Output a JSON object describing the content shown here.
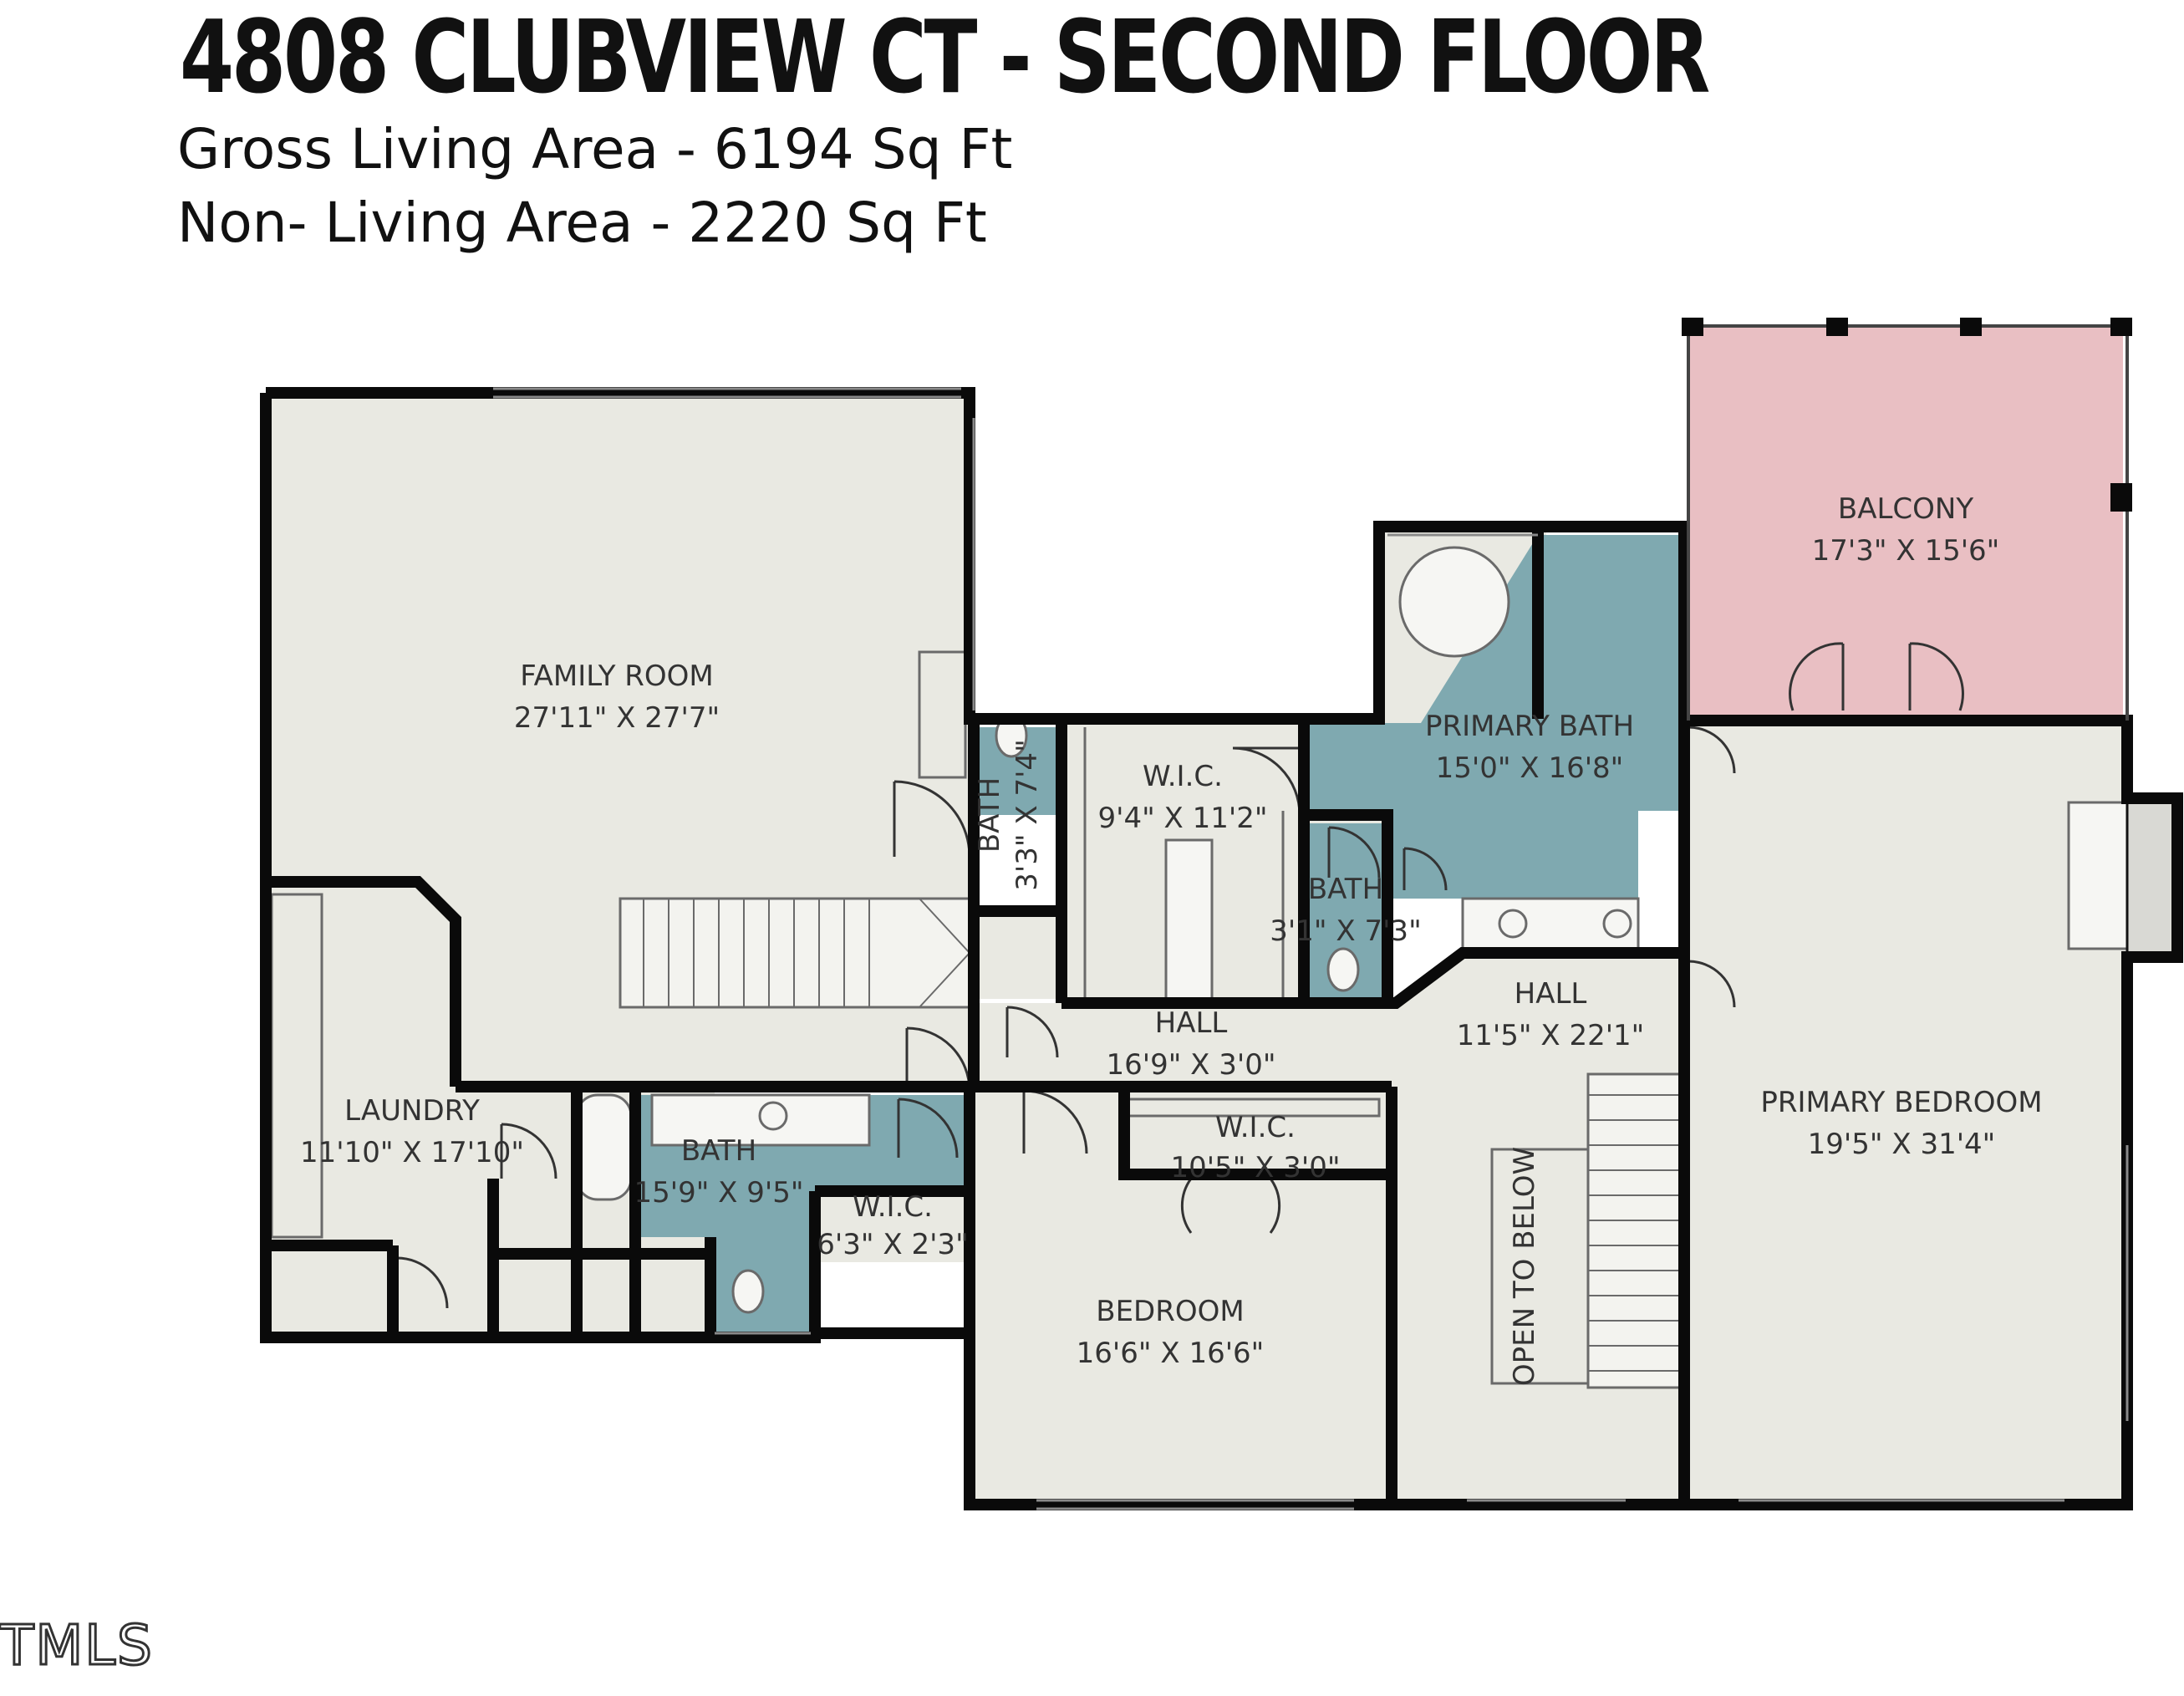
{
  "header": {
    "title": "4808 CLUBVIEW CT - SECOND FLOOR",
    "gross_area": "Gross Living Area - 6194 Sq Ft",
    "non_living_area": "Non- Living Area - 2220  Sq Ft"
  },
  "rooms": {
    "family_room": {
      "name": "FAMILY ROOM",
      "dims": "27'11\" X 27'7\""
    },
    "balcony": {
      "name": "BALCONY",
      "dims": "17'3\" X 15'6\""
    },
    "primary_bath": {
      "name": "PRIMARY BATH",
      "dims": "15'0\" X 16'8\""
    },
    "wic_main": {
      "name": "W.I.C.",
      "dims": "9'4\" X 11'2\""
    },
    "bath_small": {
      "name": "BATH",
      "dims": "3'3\" X 7'4\""
    },
    "bath_mid": {
      "name": "BATH",
      "dims": "3'1\" X 7'3\""
    },
    "hall_west": {
      "name": "HALL",
      "dims": "16'9\" X 3'0\""
    },
    "hall_east": {
      "name": "HALL",
      "dims": "11'5\" X 22'1\""
    },
    "primary_bedroom": {
      "name": "PRIMARY BEDROOM",
      "dims": "19'5\" X 31'4\""
    },
    "laundry": {
      "name": "LAUNDRY",
      "dims": "11'10\" X 17'10\""
    },
    "bath_lower": {
      "name": "BATH",
      "dims": "15'9\" X 9'5\""
    },
    "wic_small": {
      "name": "W.I.C.",
      "dims": "6'3\" X 2'3\""
    },
    "wic_hall": {
      "name": "W.I.C.",
      "dims": "10'5\" X 3'0\""
    },
    "bedroom": {
      "name": "BEDROOM",
      "dims": "16'6\" X 16'6\""
    }
  },
  "open_to_below": "OPEN TO BELOW",
  "watermark": "TMLS",
  "colors": {
    "wall": "#0a0a0a",
    "floor": "#e9e9e2",
    "bath": "#7fa9b0",
    "balcony": "#e9bfc3",
    "page": "#ffffff"
  }
}
